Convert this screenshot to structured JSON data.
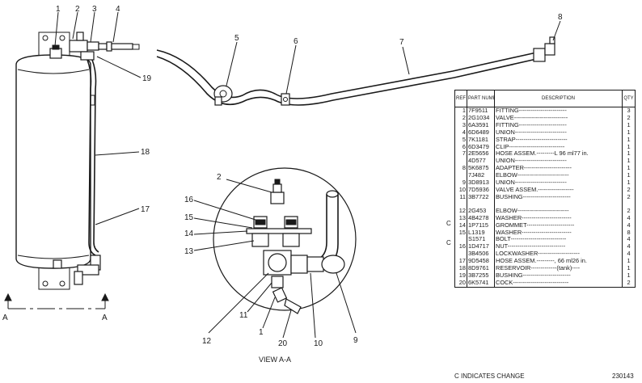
{
  "callouts": {
    "c1": "1",
    "c2": "2",
    "c3": "3",
    "c4": "4",
    "c5": "5",
    "c6": "6",
    "c7": "7",
    "c8": "8",
    "c17": "17",
    "c18": "18",
    "c19": "19",
    "va2": "2",
    "va16": "16",
    "va15": "15",
    "va14": "14",
    "va13": "13",
    "va12": "12",
    "va11": "11",
    "va1": "1",
    "va20": "20",
    "va10": "10",
    "va9": "9"
  },
  "section": {
    "left": "A",
    "right": "A"
  },
  "view_caption": "VIEW A-A",
  "table": {
    "headers": {
      "ref": "REF NO.",
      "part": "PART NUMBER",
      "desc": "DESCRIPTION",
      "qty": "QTY"
    },
    "rows": [
      {
        "ref": "1",
        "part": "7F9511",
        "desc": "FITTING------------------------",
        "qty": "3"
      },
      {
        "ref": "2",
        "part": "2G1034",
        "desc": "VALVE---------------------------",
        "qty": "2"
      },
      {
        "ref": "3",
        "part": "6A3591",
        "desc": "FITTING------------------------",
        "qty": "1"
      },
      {
        "ref": "4",
        "part": "6D6489",
        "desc": "UNION--------------------------",
        "qty": "1"
      },
      {
        "ref": "5",
        "part": "7K1181",
        "desc": "STRAP--------------------------",
        "qty": "1"
      },
      {
        "ref": "6",
        "part": "6D3479",
        "desc": "CLIP----------------------------",
        "qty": "1"
      },
      {
        "ref": "7",
        "part": "2E5656",
        "desc": "HOSE ASSEM.---------L 96 ml77 in.",
        "qty": "1"
      },
      {
        "ref": "",
        "part": "4D577",
        "desc": "UNION--------------------------",
        "qty": "1"
      },
      {
        "ref": "8",
        "part": "5K6875",
        "desc": "ADAPTER------------------------",
        "qty": "1"
      },
      {
        "ref": "",
        "part": "7J482",
        "desc": "ELBOW--------------------------",
        "qty": "1"
      },
      {
        "ref": "9",
        "part": "3D8913",
        "desc": "UNION--------------------------",
        "qty": "1"
      },
      {
        "ref": "10",
        "part": "7D5936",
        "desc": "VALVE ASSEM.------------------",
        "qty": "2"
      },
      {
        "ref": "11",
        "part": "3B7722",
        "desc": "BUSHING------------------------",
        "qty": "2"
      },
      {
        "ref": "",
        "part": "",
        "desc": "",
        "qty": ""
      },
      {
        "ref": "12",
        "part": "2G453",
        "desc": "ELBOW--------------------------",
        "qty": "2"
      },
      {
        "ref": "13",
        "part": "4B4278",
        "desc": "WASHER-------------------------",
        "qty": "4"
      },
      {
        "ref": "14",
        "part": "1P7115",
        "desc": "GROMMET------------------------",
        "qty": "4"
      },
      {
        "ref": "15",
        "part": "L1319",
        "desc": "WASHER-------------------------",
        "qty": "8"
      },
      {
        "ref": "",
        "part": "S1571",
        "desc": "BOLT----------------------------",
        "qty": "4"
      },
      {
        "ref": "16",
        "part": "1D4717",
        "desc": "NUT-----------------------------",
        "qty": "4"
      },
      {
        "ref": "",
        "part": "3B4506",
        "desc": "LOCKWASHER---------------------",
        "qty": "4"
      },
      {
        "ref": "17",
        "part": "9D5458",
        "desc": "HOSE ASSEM.---------, 66 ml26 in.",
        "qty": "1"
      },
      {
        "ref": "18",
        "part": "8D9761",
        "desc": "RESERVOIR-------------(tank)----",
        "qty": "1"
      },
      {
        "ref": "19",
        "part": "3B7255",
        "desc": "BUSHING------------------------",
        "qty": "1"
      },
      {
        "ref": "20",
        "part": "6K5741",
        "desc": "COCK----------------------------",
        "qty": "2"
      }
    ]
  },
  "change_marks": {
    "m11": "C",
    "m12": "C"
  },
  "footnote": "C INDICATES CHANGE",
  "drawing_number": "230143"
}
